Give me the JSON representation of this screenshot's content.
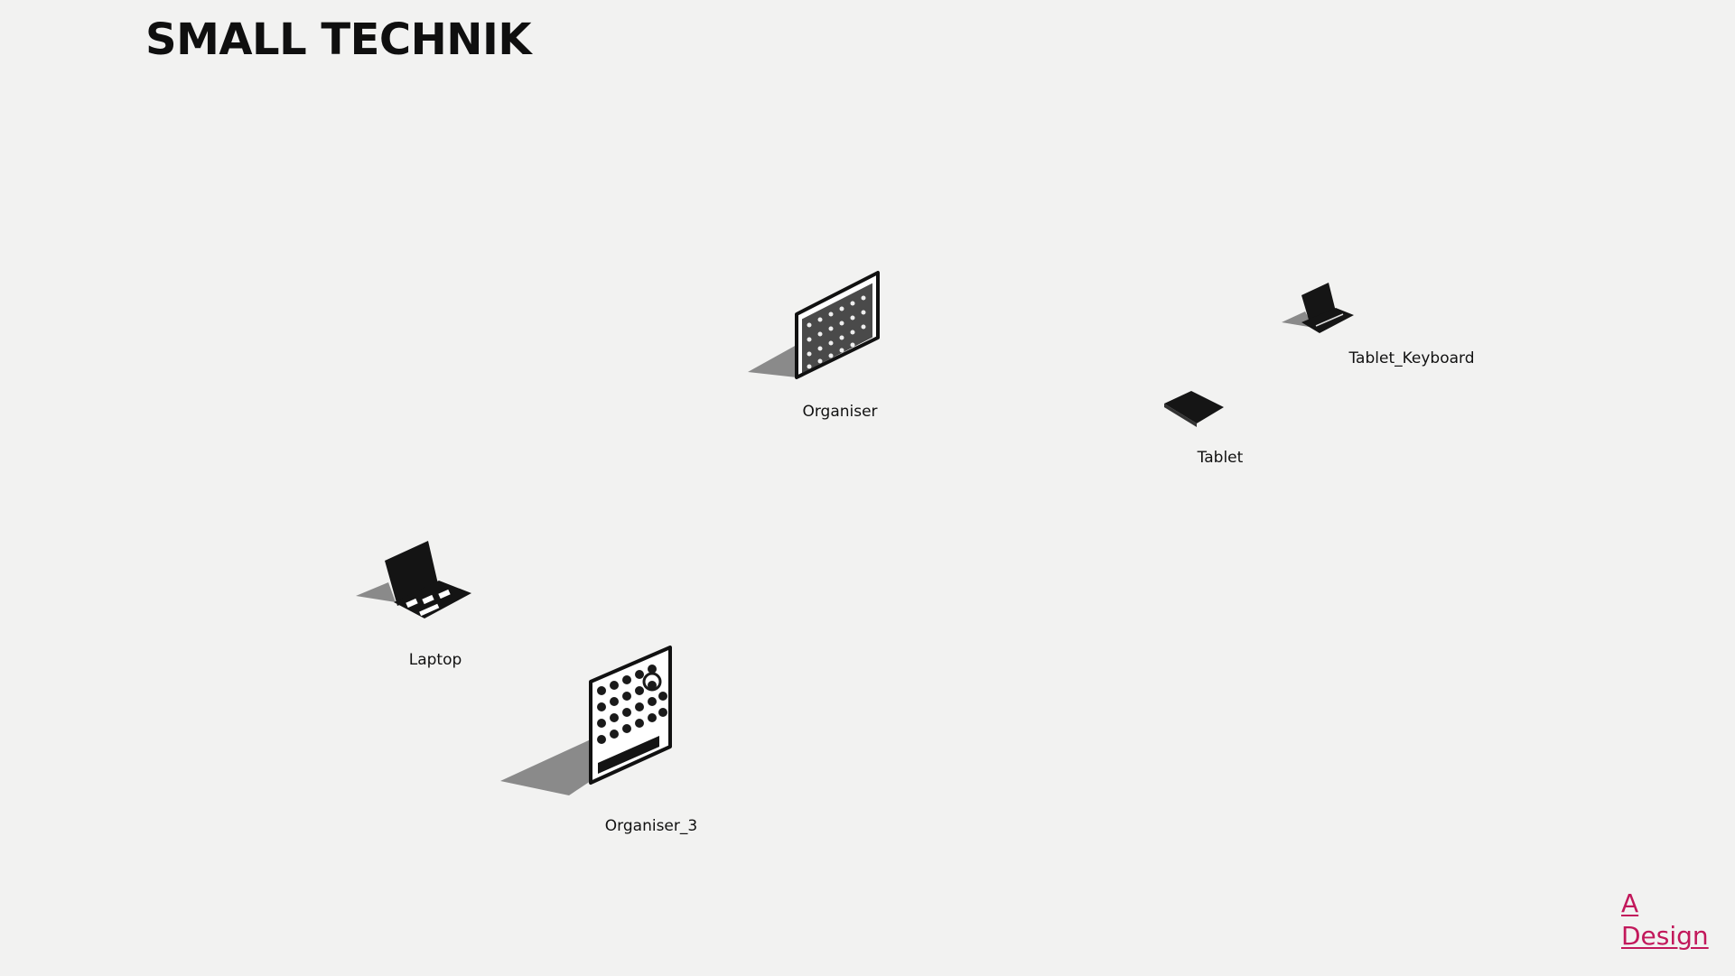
{
  "page": {
    "title": "SMALL TECHNIK"
  },
  "objects": [
    {
      "id": "organiser",
      "label": "Organiser",
      "icon": "organiser-icon"
    },
    {
      "id": "tablet-keyboard",
      "label": "Tablet_Keyboard",
      "icon": "tablet-keyboard-icon"
    },
    {
      "id": "tablet",
      "label": "Tablet",
      "icon": "tablet-icon"
    },
    {
      "id": "laptop",
      "label": "Laptop",
      "icon": "laptop-icon"
    },
    {
      "id": "organiser-3",
      "label": "Organiser_3",
      "icon": "organiser-icon"
    }
  ],
  "logo": {
    "line1": "A",
    "line2": "Design",
    "color": "#c2185b"
  }
}
